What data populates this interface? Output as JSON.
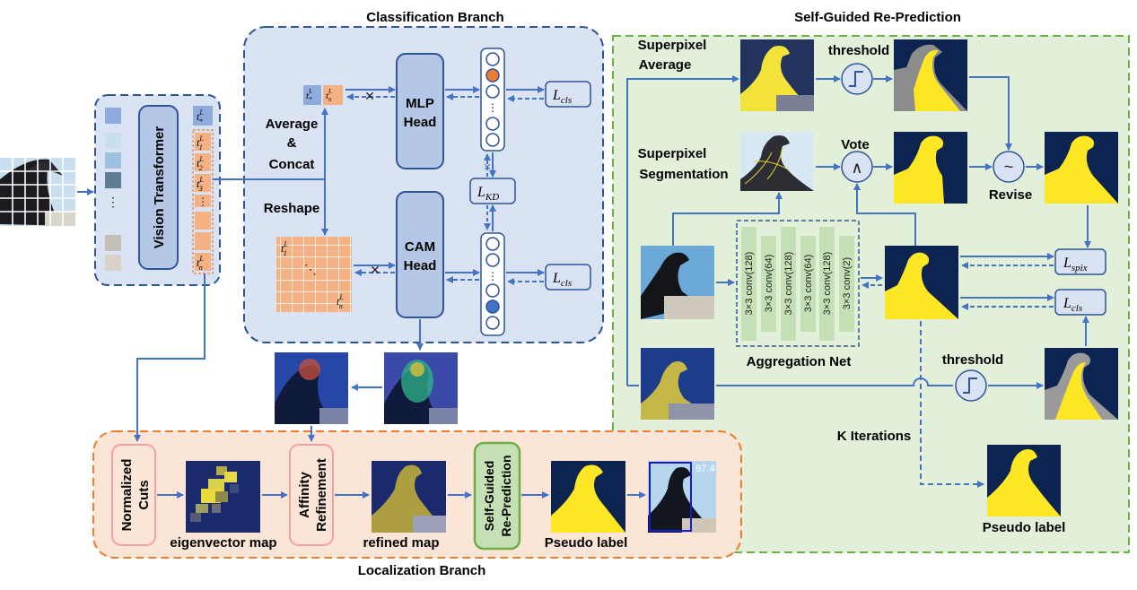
{
  "titles": {
    "classification": "Classification Branch",
    "self_guided": "Self-Guided Re-Prediction",
    "localization": "Localization Branch"
  },
  "vit": {
    "label": "Vision Transformer"
  },
  "tokens": {
    "cls": "t",
    "sup_cls": "L",
    "sub_cls": "*",
    "patch": [
      "t",
      "t",
      "t"
    ],
    "patch_sub": [
      "1",
      "2",
      "3"
    ],
    "last_sub": "n",
    "dots": "⋮"
  },
  "classification": {
    "average": "Average",
    "amp": "&",
    "concat": "Concat",
    "reshape": "Reshape",
    "mlp_head": [
      "MLP",
      "Head"
    ],
    "cam_head": [
      "CAM",
      "Head"
    ],
    "l_cls": "L",
    "l_cls_sub": "cls",
    "l_kd": "L",
    "l_kd_sub": "KD"
  },
  "localization": {
    "normalized_cuts": [
      "Normalized",
      "Cuts"
    ],
    "eigenvector_map": "eigenvector map",
    "affinity_refinement": [
      "Affinity",
      "Refinement"
    ],
    "refined_map": "refined map",
    "self_guided_box": [
      "Self-Guided",
      "Re-Prediction"
    ],
    "pseudo_label": "Pseudo label",
    "score": "97.4"
  },
  "self_guided": {
    "superpixel_average": [
      "Superpixel",
      "Average"
    ],
    "threshold": "threshold",
    "superpixel_segmentation": [
      "Superpixel",
      "Segmentation"
    ],
    "vote": "Vote",
    "vote_symbol": "∧",
    "revise": "Revise",
    "revise_symbol": "~",
    "aggregation_layers": [
      "3×3 conv(128)",
      "3×3 conv(64)",
      "3×3 conv(128)",
      "3×3 conv(64)",
      "3×3 conv(128)",
      "3×3 conv(2)"
    ],
    "aggregation_net": "Aggregation Net",
    "l_spix": "L",
    "l_spix_sub": "spix",
    "l_cls": "L",
    "l_cls_sub": "cls",
    "threshold2": "threshold",
    "k_iterations": "K Iterations",
    "pseudo_label": "Pseudo label"
  },
  "colors": {
    "arrow": "#4472c4",
    "token_orange": "#f4b183",
    "token_blue": "#8faadc",
    "head_fill": "#b4c7e7",
    "panel_blue": "#dae3f3",
    "panel_orange": "#fbe5d6",
    "panel_green": "#e2f0d9",
    "mask_navy": "#0d2450",
    "mask_yellow": "#fde725",
    "conv_green": "#c5e0b4"
  }
}
